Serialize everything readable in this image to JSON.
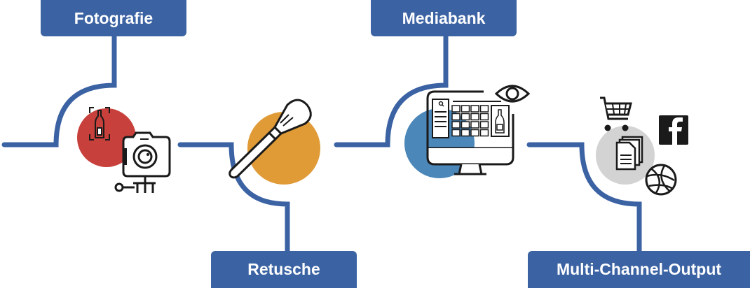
{
  "title": "Workflow: Fotografie, Retusche, Mediabank, Multi-Channel-Output",
  "colors": {
    "connector": "#3b62a3",
    "label_bg": "#3b62a3",
    "label_text": "#ffffff",
    "fotografie_circle": "#c7403b",
    "retusche_circle": "#e09b37",
    "mediabank_circle": "#4b87b8",
    "output_circle": "#d3d3d3",
    "icon_stroke": "#1a1a1a"
  },
  "steps": [
    {
      "id": "fotografie",
      "label": "Fotografie",
      "position": "top",
      "icons": [
        "bottle-icon",
        "camera-icon",
        "tripod-icon"
      ]
    },
    {
      "id": "retusche",
      "label": "Retusche",
      "position": "bottom",
      "icons": [
        "brush-icon"
      ]
    },
    {
      "id": "mediabank",
      "label": "Mediabank",
      "position": "top",
      "icons": [
        "monitor-icon",
        "eye-icon",
        "search-icon",
        "bottle-icon"
      ]
    },
    {
      "id": "output",
      "label": "Multi-Channel-Output",
      "position": "bottom",
      "icons": [
        "shopping-cart-icon",
        "facebook-icon",
        "documents-icon",
        "globe-icon"
      ]
    }
  ]
}
